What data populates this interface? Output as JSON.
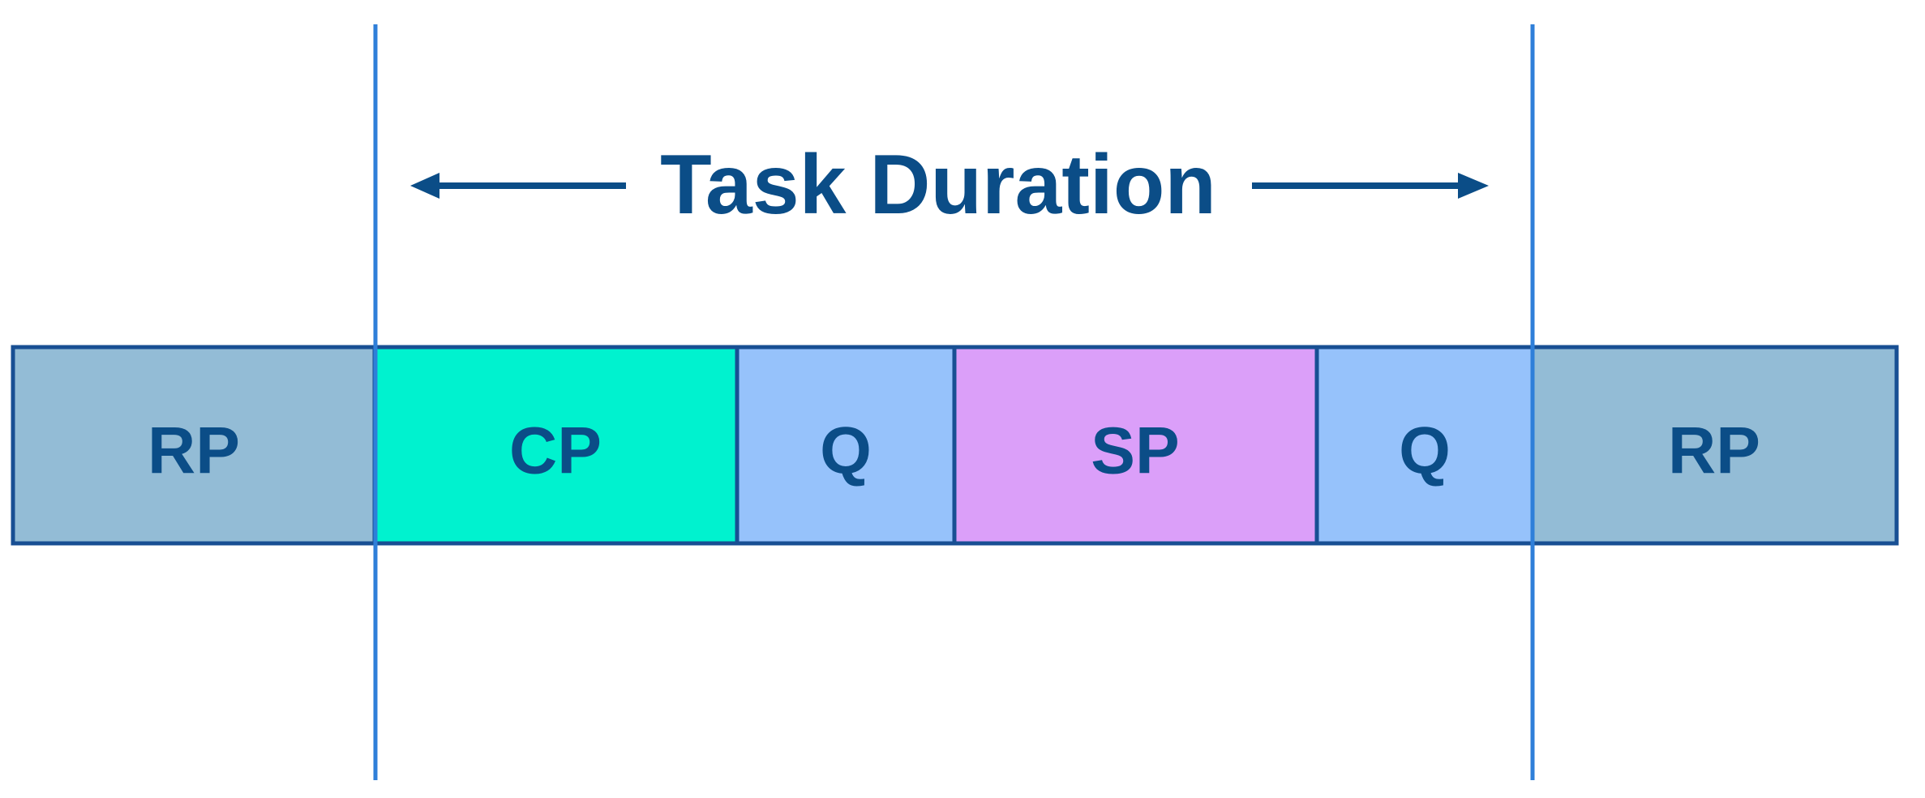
{
  "title": "Task Duration",
  "segments": [
    {
      "label": "RP",
      "color": "#93bcd6"
    },
    {
      "label": "CP",
      "color": "#00f2cf"
    },
    {
      "label": "Q",
      "color": "#96c2fb"
    },
    {
      "label": "SP",
      "color": "#db9ff9"
    },
    {
      "label": "Q",
      "color": "#96c2fb"
    },
    {
      "label": "RP",
      "color": "#93bcd6"
    }
  ],
  "colors": {
    "text": "#0b4d87",
    "border": "#184f93",
    "boundary_line": "#2f7fd9",
    "arrow": "#0b4d87"
  }
}
